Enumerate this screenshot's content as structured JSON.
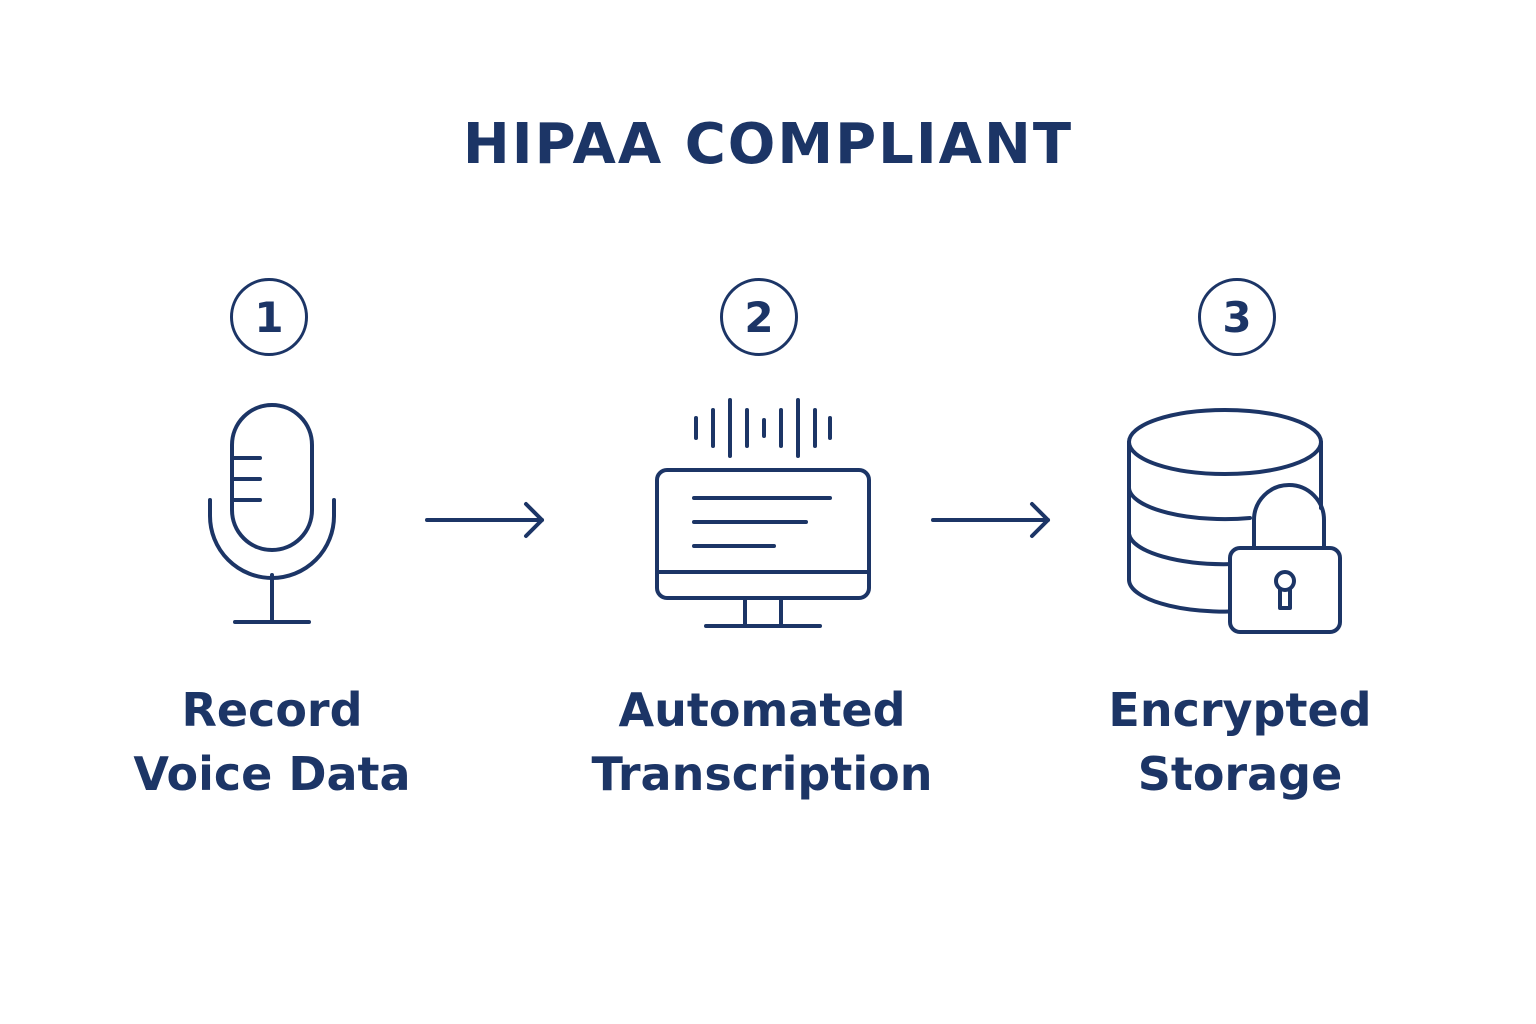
{
  "title": "HIPAA COMPLIANT",
  "colors": {
    "primary": "#1c3566"
  },
  "steps": [
    {
      "number": "1",
      "icon": "microphone-icon",
      "label_lines": [
        "Record",
        "Voice Data"
      ]
    },
    {
      "number": "2",
      "icon": "monitor-transcription-icon",
      "label_lines": [
        "Automated",
        "Transcription"
      ]
    },
    {
      "number": "3",
      "icon": "encrypted-database-icon",
      "label_lines": [
        "Encrypted",
        "Storage"
      ]
    }
  ]
}
